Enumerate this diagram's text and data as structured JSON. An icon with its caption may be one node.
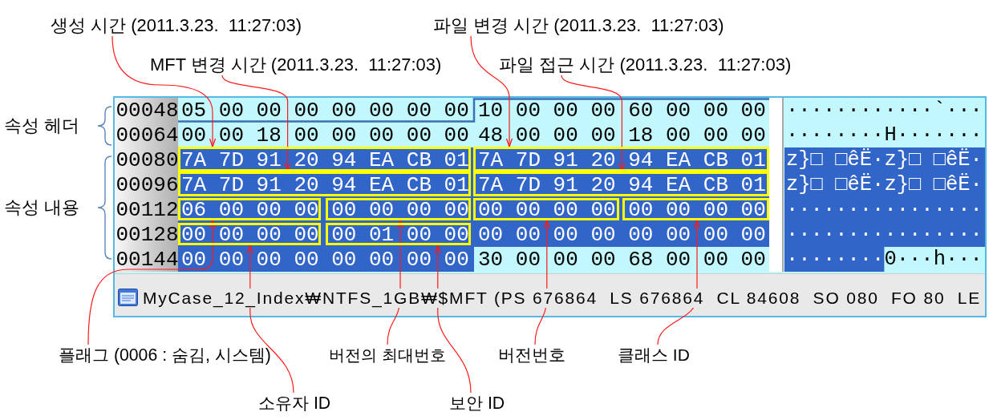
{
  "diagram": {
    "nodes": [
      {
        "text": [
          "생성 시간 (2011.3.23.  11:27:03)"
        ]
      },
      {
        "text": [
          "파일 변경 시간 (2011.3.23.  11:27:03)"
        ]
      },
      {
        "text": [
          "MFT 변경 시간 (2011.3.23.  11:27:03)"
        ]
      },
      {
        "text": [
          "파일 접근 시간 (2011.3.23.  11:27:03)"
        ]
      },
      {
        "text": [
          "7A",
          "7D",
          "91",
          "20",
          "94",
          "EA",
          "CB",
          "01"
        ]
      },
      {
        "text": [
          "7A",
          "7D",
          "91",
          "20",
          "94",
          "EA",
          "CB",
          "01"
        ]
      },
      {
        "text": [
          "7A",
          "7D",
          "91",
          "20",
          "94",
          "EA",
          "CB",
          "01"
        ]
      },
      {
        "text": [
          "7A",
          "7D",
          "91",
          "20",
          "94",
          "EA",
          "CB",
          "01"
        ]
      },
      {
        "text": [
          "06",
          "00",
          "00",
          "00"
        ]
      },
      {
        "text": [
          "00",
          "00",
          "00",
          "00"
        ]
      },
      {
        "text": [
          "00",
          "00",
          "00",
          "00"
        ]
      },
      {
        "text": [
          "00",
          "00",
          "00",
          "00"
        ]
      },
      {
        "text": [
          "00",
          "00",
          "00",
          "00"
        ]
      },
      {
        "text": [
          "00",
          "01",
          "00",
          "00"
        ]
      },
      {
        "text": [
          "플래그 (0006 : 숨김, 시스템)"
        ]
      },
      {
        "text": [
          "버전의 최대번호"
        ]
      },
      {
        "text": [
          "버전번호"
        ]
      },
      {
        "text": [
          "클래스 ID"
        ]
      },
      {
        "text": [
          "소유자 ID"
        ]
      },
      {
        "text": [
          "보안 ID"
        ]
      }
    ],
    "edges": [
      {
        "from": 0,
        "to": 4,
        "arrow": "to"
      },
      {
        "from": 1,
        "to": 5,
        "arrow": "to"
      },
      {
        "from": 2,
        "to": 6,
        "arrow": "to"
      },
      {
        "from": 3,
        "to": 7,
        "arrow": "to"
      },
      {
        "from": 14,
        "to": 8,
        "arrow": "to"
      },
      {
        "from": 15,
        "to": 9,
        "arrow": "to"
      },
      {
        "from": 16,
        "to": 10,
        "arrow": "to"
      },
      {
        "from": 17,
        "to": 11,
        "arrow": "to"
      },
      {
        "from": 18,
        "to": 12,
        "arrow": "to"
      },
      {
        "from": 19,
        "to": 13,
        "arrow": "to"
      }
    ],
    "labels": [
      "속성 헤더",
      "속성 내용",
      "00048",
      "05",
      "00",
      "00",
      "00",
      "00",
      "00",
      "00",
      "00",
      "10",
      "00",
      "00",
      "00",
      "60",
      "00",
      "00",
      "00",
      "············`···",
      "00064",
      "00",
      "00",
      "18",
      "00",
      "00",
      "00",
      "00",
      "00",
      "48",
      "00",
      "00",
      "00",
      "18",
      "00",
      "00",
      "00",
      "········H·······",
      "00080",
      "z}□ □êË·z}□ □êË·",
      "00096",
      "z}□ □êË·z}□ □êË·",
      "00112",
      "················",
      "00128",
      "00",
      "00",
      "00",
      "00",
      "00",
      "00",
      "00",
      "00",
      "················",
      "00144",
      "00",
      "00",
      "00",
      "00",
      "00",
      "00",
      "00",
      "00",
      "30",
      "00",
      "00",
      "00",
      "68",
      "00",
      "00",
      "00",
      "········0···h···",
      "MyCase_12_Index₩NTFS_1GB₩$MFT (PS 676864  LS 676864  CL 84608  SO 080  FO 80  LE"
    ]
  }
}
